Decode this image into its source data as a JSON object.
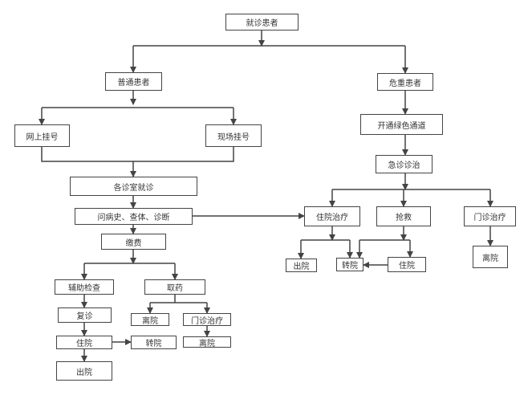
{
  "nodes": {
    "start": "就诊患者",
    "normal": "普通患者",
    "critical": "危重患者",
    "online_reg": "网上挂号",
    "onsite_reg": "现场挂号",
    "clinic": "各诊室就诊",
    "diagnosis": "问病史、查体、诊断",
    "payment": "缴费",
    "aux_exam": "辅助检查",
    "get_medicine": "取药",
    "revisit": "复诊",
    "leave_1": "离院",
    "outpatient_1": "门诊治疗",
    "hospitalize_1": "住院",
    "transfer_1": "转院",
    "leave_2": "离院",
    "discharge_1": "出院",
    "green_channel": "开通绿色通道",
    "emergency": "急诊诊治",
    "inpatient": "住院治疗",
    "rescue": "抢救",
    "outpatient_2": "门诊治疗",
    "discharge_2": "出院",
    "transfer_2": "转院",
    "hospitalize_2": "住院",
    "leave_3": "离院"
  },
  "colors": {
    "line": "#444444",
    "text": "#333333"
  }
}
